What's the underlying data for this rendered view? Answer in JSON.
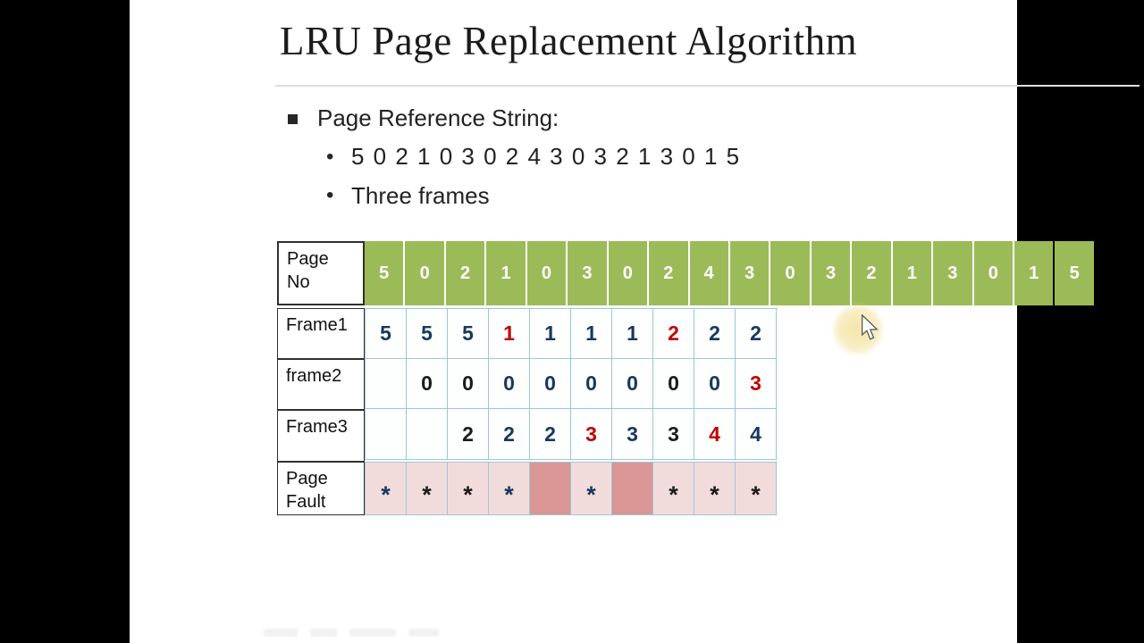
{
  "title": "LRU Page Replacement Algorithm",
  "bullets": {
    "main_label": "Page Reference String:",
    "reference_string": "5 0 2 1 0 3 0 2 4 3 0 3 2 1 3 0 1 5",
    "frames_label": "Three frames"
  },
  "table": {
    "header": {
      "label": "Page\nNo",
      "values": [
        "5",
        "0",
        "2",
        "1",
        "0",
        "3",
        "0",
        "2",
        "4",
        "3",
        "0",
        "3",
        "2",
        "1",
        "3",
        "0",
        "1",
        "5"
      ]
    },
    "frame_rows": [
      {
        "label": "Frame1",
        "cells": [
          {
            "v": "5",
            "c": "navy"
          },
          {
            "v": "5",
            "c": "navy"
          },
          {
            "v": "5",
            "c": "navy"
          },
          {
            "v": "1",
            "c": "red"
          },
          {
            "v": "1",
            "c": "navy"
          },
          {
            "v": "1",
            "c": "navy"
          },
          {
            "v": "1",
            "c": "navy"
          },
          {
            "v": "2",
            "c": "red"
          },
          {
            "v": "2",
            "c": "navy"
          },
          {
            "v": "2",
            "c": "navy"
          }
        ]
      },
      {
        "label": "frame2",
        "cells": [
          {
            "v": ""
          },
          {
            "v": "0",
            "c": "black"
          },
          {
            "v": "0",
            "c": "black"
          },
          {
            "v": "0",
            "c": "navy"
          },
          {
            "v": "0",
            "c": "navy"
          },
          {
            "v": "0",
            "c": "navy"
          },
          {
            "v": "0",
            "c": "navy"
          },
          {
            "v": "0",
            "c": "black"
          },
          {
            "v": "0",
            "c": "navy"
          },
          {
            "v": "3",
            "c": "red"
          }
        ]
      },
      {
        "label": "Frame3",
        "cells": [
          {
            "v": ""
          },
          {
            "v": ""
          },
          {
            "v": "2",
            "c": "black"
          },
          {
            "v": "2",
            "c": "navy"
          },
          {
            "v": "2",
            "c": "navy"
          },
          {
            "v": "3",
            "c": "red"
          },
          {
            "v": "3",
            "c": "navy"
          },
          {
            "v": "3",
            "c": "black"
          },
          {
            "v": "4",
            "c": "red"
          },
          {
            "v": "4",
            "c": "navy"
          }
        ]
      }
    ],
    "fault_row": {
      "label": "Page\nFault",
      "cells": [
        {
          "v": "*",
          "c": "navy",
          "bg": "light"
        },
        {
          "v": "*",
          "c": "black",
          "bg": "light"
        },
        {
          "v": "*",
          "c": "black",
          "bg": "light"
        },
        {
          "v": "*",
          "c": "navy",
          "bg": "light"
        },
        {
          "v": "",
          "bg": "dark"
        },
        {
          "v": "*",
          "c": "navy",
          "bg": "light"
        },
        {
          "v": "",
          "bg": "dark"
        },
        {
          "v": "*",
          "c": "black",
          "bg": "light"
        },
        {
          "v": "*",
          "c": "black",
          "bg": "light"
        },
        {
          "v": "*",
          "c": "black",
          "bg": "light"
        }
      ]
    }
  },
  "colors": {
    "green": "#9BBB59",
    "navy": "#17375E",
    "black": "#1a1a1a",
    "red": "#C00000",
    "pink_light": "#F2DCDB",
    "pink_dark": "#D99694",
    "grid_border": "#9CC6DA"
  }
}
